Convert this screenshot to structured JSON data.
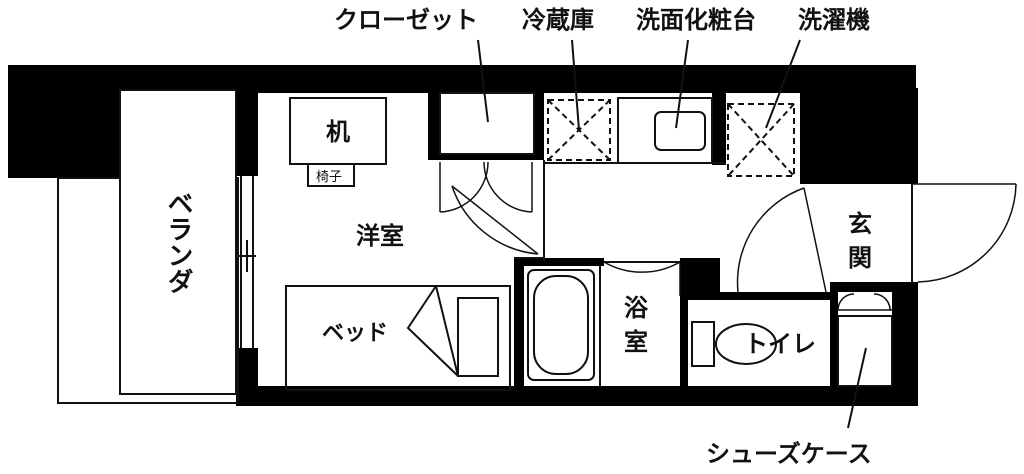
{
  "labels": {
    "closet": "クローゼット",
    "fridge": "冷蔵庫",
    "washbasin": "洗面化粧台",
    "washer": "洗濯機",
    "desk": "机",
    "chair": "椅子",
    "western_room": "洋室",
    "veranda": "ベランダ",
    "entrance_1": "玄",
    "entrance_2": "関",
    "bath_1": "浴",
    "bath_2": "室",
    "bed": "ベッド",
    "toilet": "トイレ",
    "shoe_case": "シューズケース"
  },
  "colors": {
    "wall": "#000000",
    "line": "#111111",
    "background": "#ffffff"
  }
}
